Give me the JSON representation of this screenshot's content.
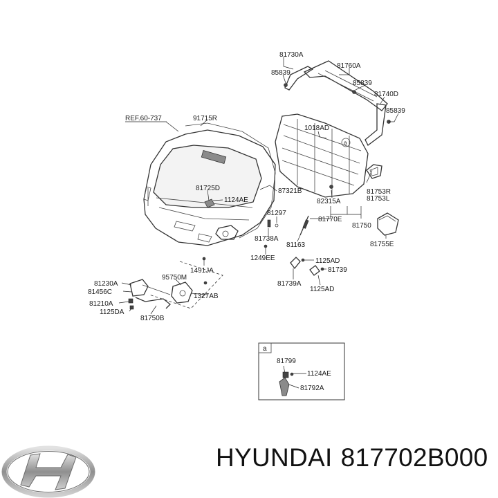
{
  "caption": {
    "brand": "HYUNDAI",
    "part_number": "817702B000"
  },
  "inset_tag": "a",
  "parts": {
    "p81730A": "81730A",
    "p85839_a": "85839",
    "p81760A": "81760A",
    "p85839_b": "85839",
    "p81740D": "81740D",
    "p85839_c": "85839",
    "ref60737": "REF.60-737",
    "p91715R": "91715R",
    "p1018AD": "1018AD",
    "p81725D": "81725D",
    "p87321B": "87321B",
    "p1124AE_a": "1124AE",
    "p81753R": "81753R",
    "p81753L": "81753L",
    "p82315A": "82315A",
    "p81297": "81297",
    "p81770E": "81770E",
    "p81750": "81750",
    "p81755E": "81755E",
    "p81738A": "81738A",
    "p81163": "81163",
    "p1249EE": "1249EE",
    "p1125AD_a": "1125AD",
    "p1491JA": "1491JA",
    "p81739": "81739",
    "p81739A": "81739A",
    "p1125AD_b": "1125AD",
    "p95750M": "95750M",
    "p81230A": "81230A",
    "p81456C": "81456C",
    "p1327AB": "1327AB",
    "p81210A": "81210A",
    "p1125DA": "1125DA",
    "p81750B": "81750B",
    "p81799": "81799",
    "p1124AE_b": "1124AE",
    "p81792A": "81792A"
  }
}
